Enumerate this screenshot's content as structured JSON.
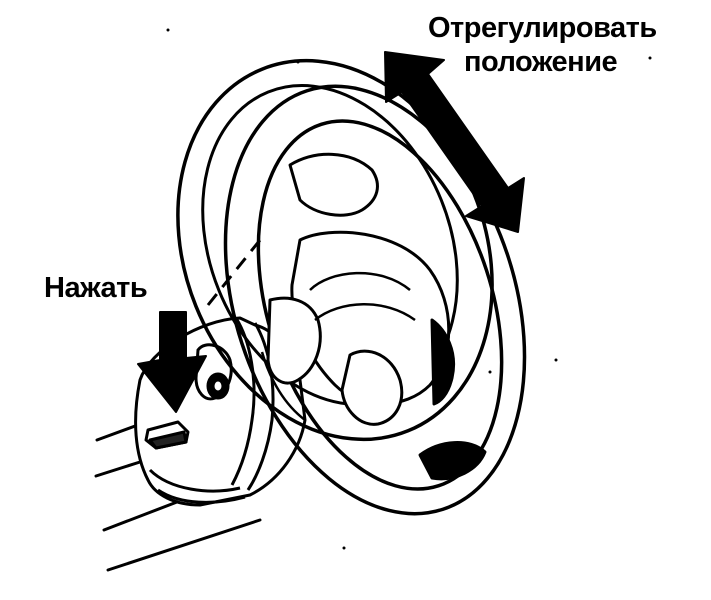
{
  "labels": {
    "adjust_line1": "Отрегулировать",
    "adjust_line2": "положение",
    "press": "Нажать"
  },
  "colors": {
    "ink": "#000000",
    "paper": "#ffffff"
  },
  "icons": {
    "adjust_arrow": "double-headed-arrow-icon",
    "press_arrow": "down-arrow-icon",
    "lever": "tilt-lever-icon"
  }
}
